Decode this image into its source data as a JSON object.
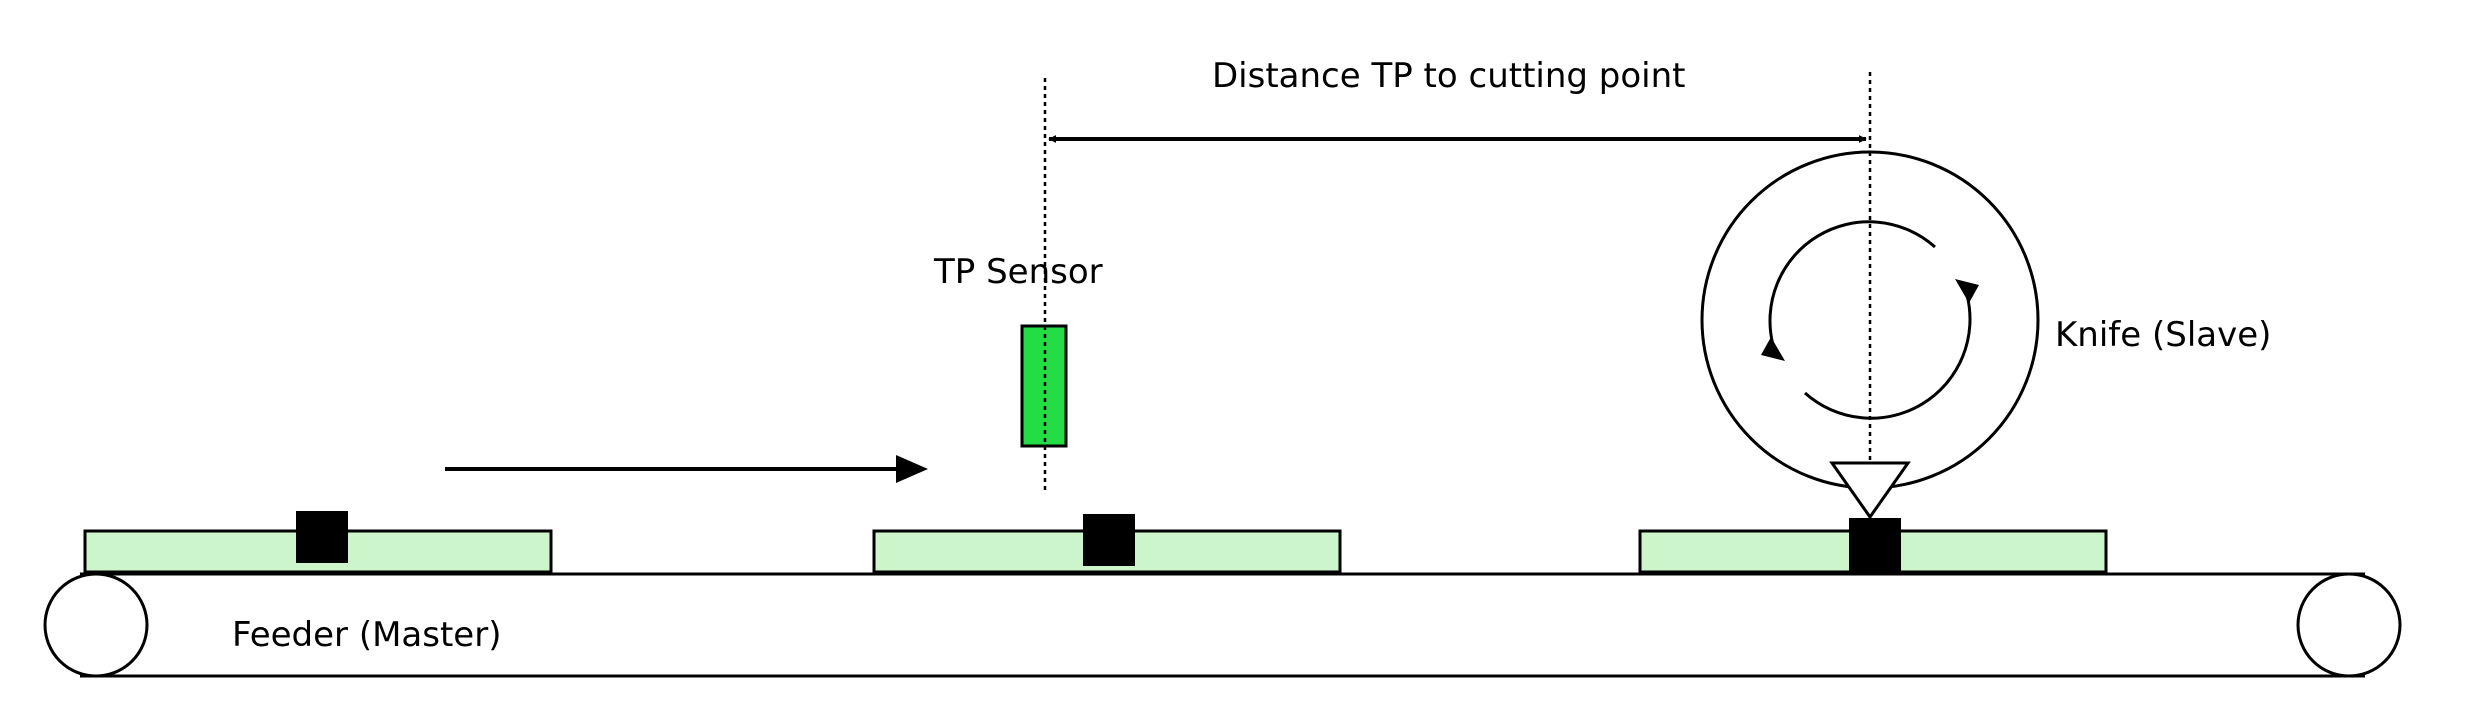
{
  "labels": {
    "distance": "Distance TP to cutting  point",
    "sensor": "TP Sensor",
    "knife": "Knife (Slave)",
    "feeder": "Feeder (Master)"
  },
  "colors": {
    "product_fill": "#ccf5cc",
    "sensor_fill": "#22dd44",
    "mark_fill": "#000000",
    "line": "#000000",
    "background": "#ffffff"
  },
  "icons": {
    "direction": "arrow-right-icon",
    "rotation": "circular-arrow-icon",
    "cut": "triangle-pointer-icon"
  }
}
